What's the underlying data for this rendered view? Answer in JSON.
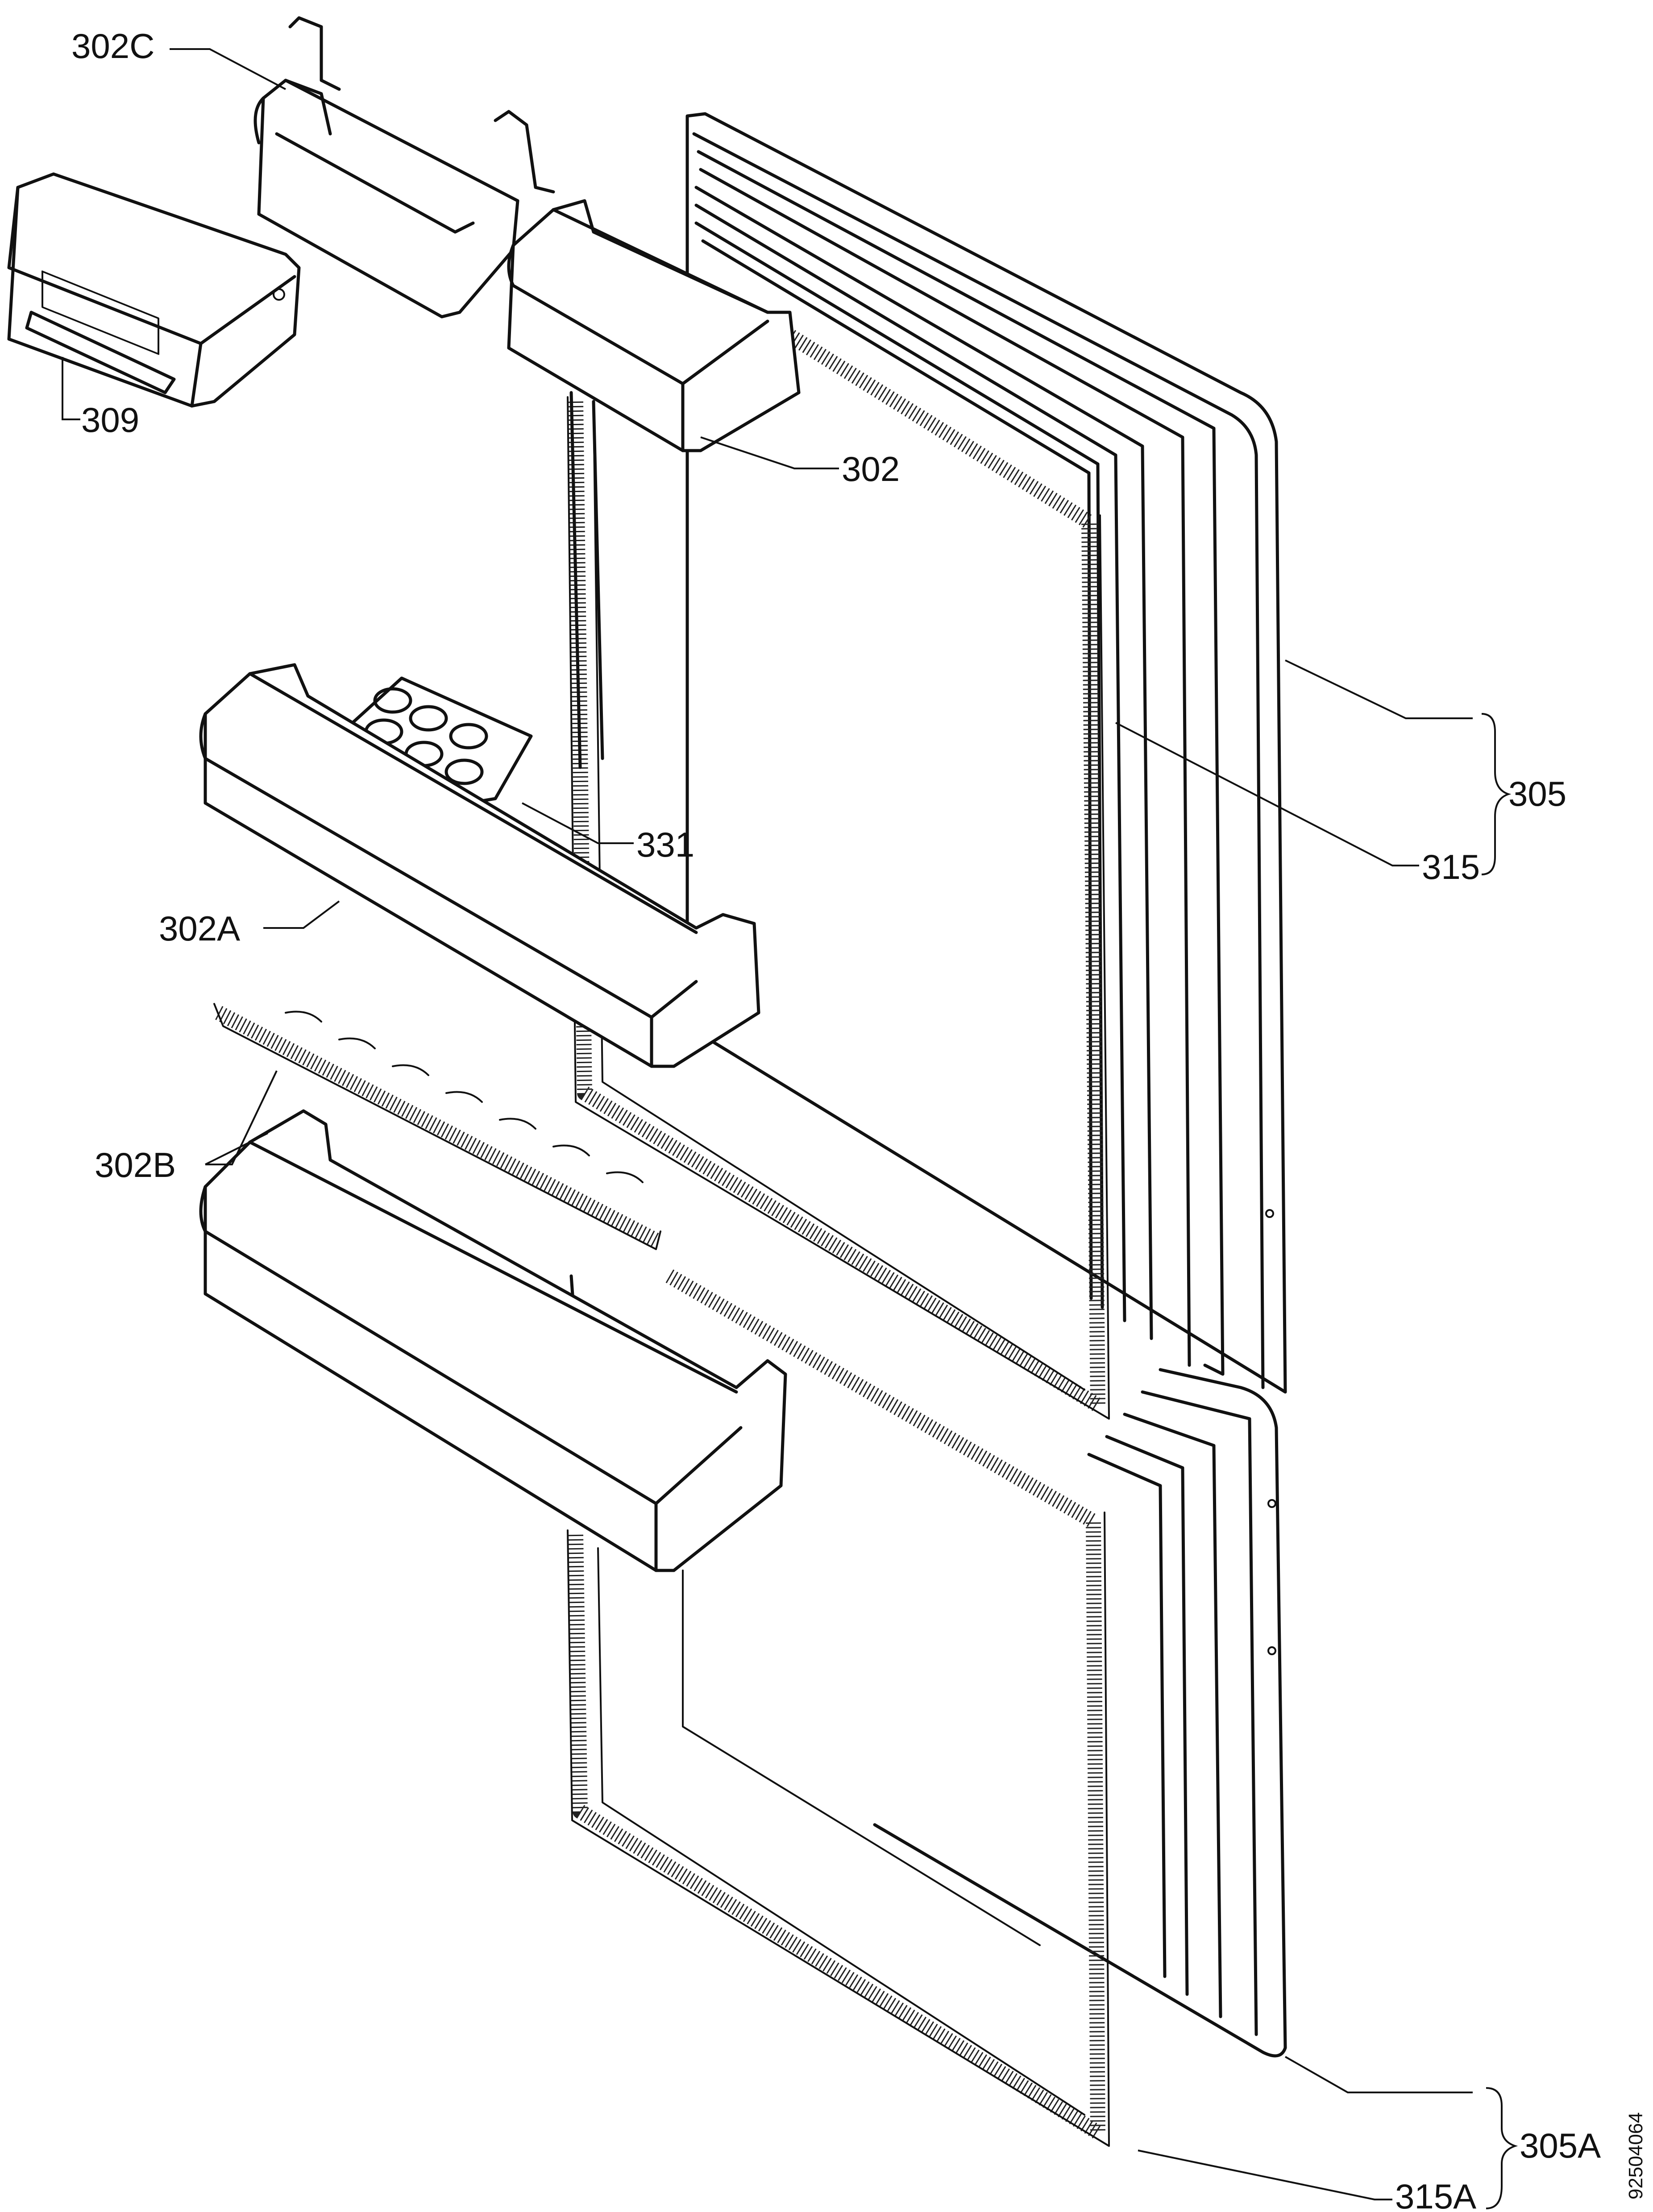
{
  "labels": {
    "part_302c": "302C",
    "part_309": "309",
    "part_302": "302",
    "part_305": "305",
    "part_315": "315",
    "part_331": "331",
    "part_302a": "302A",
    "part_302b": "302B",
    "part_305a": "305A",
    "part_315a": "315A"
  },
  "drawing_id": "92504064"
}
